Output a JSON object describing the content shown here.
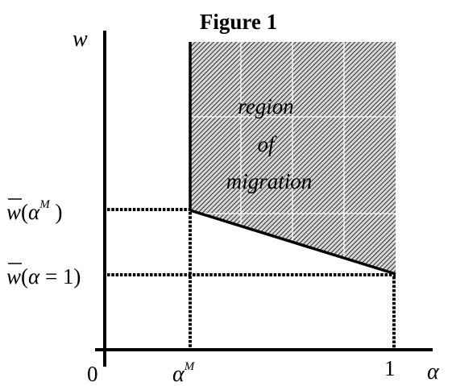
{
  "figure": {
    "title": "Figure 1",
    "y_axis_label": "w",
    "x_axis_label": "α",
    "origin_label": "0",
    "x_tick_alpha_m": {
      "base": "α",
      "superscript": "M"
    },
    "x_tick_one": "1",
    "y_tick_upper": {
      "prefix": "w",
      "open": "(",
      "arg": "α",
      "superscript": "M",
      "close": " )"
    },
    "y_tick_lower": {
      "prefix": "w",
      "open": "(",
      "arg": "α",
      "rest": " = 1)"
    },
    "region_label_lines": [
      "region",
      "of",
      "migration"
    ],
    "colors": {
      "ink": "#000000",
      "hatch": "#000000",
      "hatch_background": "#d8d8d8",
      "grid": "#ffffff",
      "background": "#ffffff"
    }
  }
}
